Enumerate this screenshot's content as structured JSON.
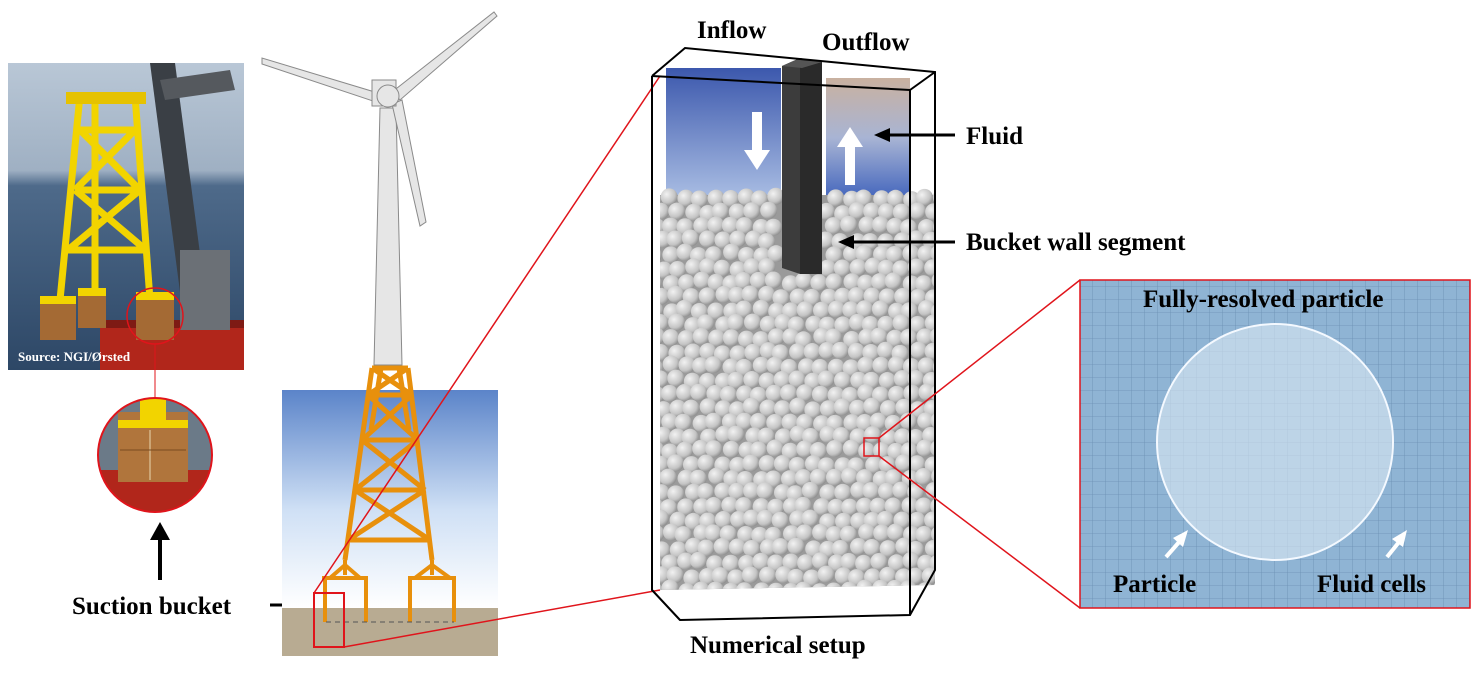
{
  "photo": {
    "source_label": "Source: NGI/Ørsted"
  },
  "labels": {
    "suction_bucket": "Suction bucket",
    "inflow": "Inflow",
    "outflow": "Outflow",
    "fluid": "Fluid",
    "bucket_wall_segment": "Bucket wall segment",
    "numerical_setup": "Numerical setup",
    "fully_resolved_particle": "Fully-resolved particle",
    "particle": "Particle",
    "fluid_cells": "Fluid cells"
  },
  "colors": {
    "jacket_orange": "#e8900c",
    "jacket_yellow": "#f2d400",
    "highlight_red": "#e0141b",
    "water_blue_top": "#4a72c0",
    "seabed": "#b8ab92",
    "grid_blue": "#8fb4d4",
    "particle_grey": "#cfcfcf"
  }
}
